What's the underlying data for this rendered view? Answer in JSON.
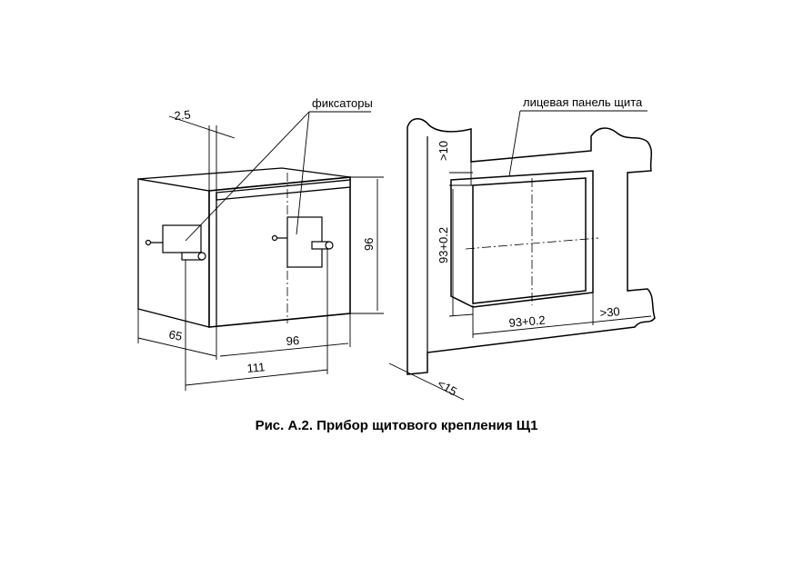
{
  "labels": {
    "fixators": "фиксаторы",
    "panel_face": "лицевая панель щита"
  },
  "dimensions": {
    "d_2_5": "2.5",
    "d_65": "65",
    "d_96_bottom": "96",
    "d_96_side": "96",
    "d_111": "111",
    "d_10": ">10",
    "d_93_vertical": "93+0.2",
    "d_93_horizontal": "93+0.2",
    "d_30": ">30",
    "d_15": "<15"
  },
  "caption": "Рис. А.2. Прибор щитового крепления Щ1",
  "colors": {
    "line": "#000000",
    "background": "#ffffff"
  }
}
